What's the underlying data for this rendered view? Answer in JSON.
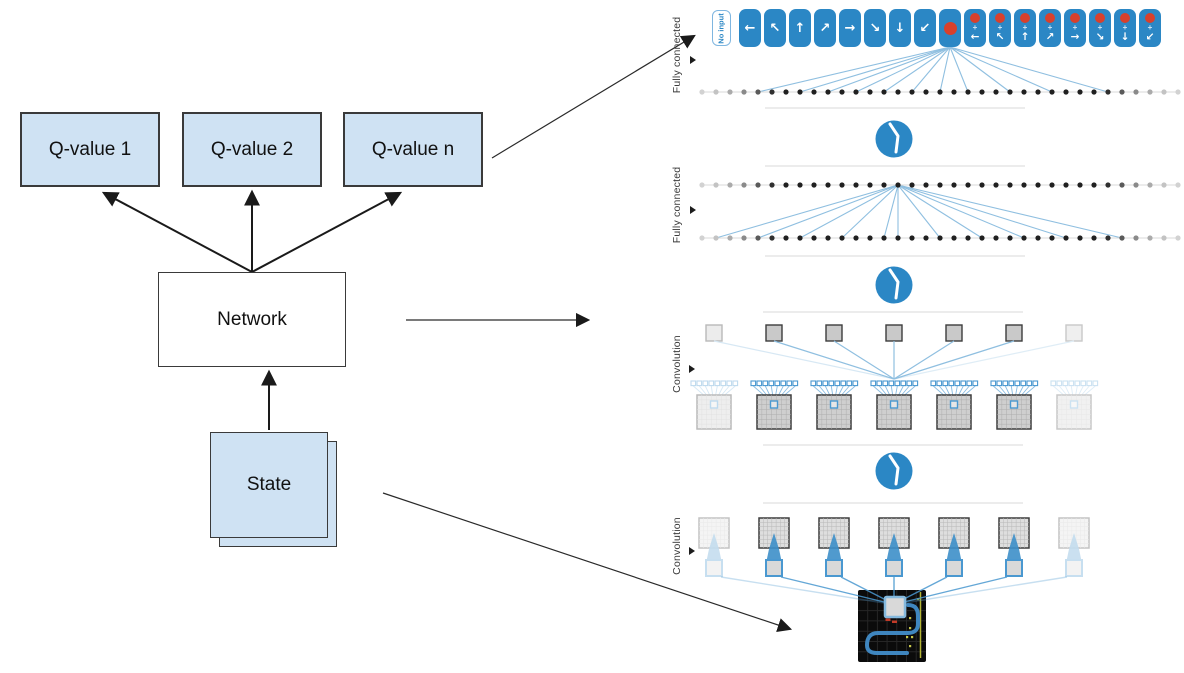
{
  "left_diagram": {
    "q_value_boxes": [
      {
        "label": "Q-value 1"
      },
      {
        "label": "Q-value 2"
      },
      {
        "label": "Q-value n"
      }
    ],
    "network_box": {
      "label": "Network"
    },
    "state_box": {
      "label": "State"
    }
  },
  "network_visualization": {
    "layer_labels": [
      {
        "label": "Fully connected"
      },
      {
        "label": "Fully connected"
      },
      {
        "label": "Convolution"
      },
      {
        "label": "Convolution"
      }
    ],
    "action_row": {
      "no_input_label": "No input",
      "plus_glyph": "+",
      "action_sequence": [
        {
          "kind": "no-input",
          "name": "no-input"
        },
        {
          "kind": "move",
          "name": "left",
          "glyph": "←"
        },
        {
          "kind": "move",
          "name": "up-left",
          "glyph": "↖"
        },
        {
          "kind": "move",
          "name": "up",
          "glyph": "↑"
        },
        {
          "kind": "move",
          "name": "up-right",
          "glyph": "↗"
        },
        {
          "kind": "move",
          "name": "right",
          "glyph": "→"
        },
        {
          "kind": "move",
          "name": "down-right",
          "glyph": "↘"
        },
        {
          "kind": "move",
          "name": "down",
          "glyph": "↓"
        },
        {
          "kind": "move",
          "name": "down-left",
          "glyph": "↙"
        },
        {
          "kind": "fire",
          "name": "fire"
        },
        {
          "kind": "fire-move",
          "name": "fire-left",
          "glyph": "←"
        },
        {
          "kind": "fire-move",
          "name": "fire-up-left",
          "glyph": "↖"
        },
        {
          "kind": "fire-move",
          "name": "fire-up",
          "glyph": "↑"
        },
        {
          "kind": "fire-move",
          "name": "fire-up-right",
          "glyph": "↗"
        },
        {
          "kind": "fire-move",
          "name": "fire-right",
          "glyph": "→"
        },
        {
          "kind": "fire-move",
          "name": "fire-down-right",
          "glyph": "↘"
        },
        {
          "kind": "fire-move",
          "name": "fire-down",
          "glyph": "↓"
        },
        {
          "kind": "fire-move",
          "name": "fire-down-left",
          "glyph": "↙"
        }
      ]
    },
    "layers_structure": {
      "fc_output_units": 35,
      "fc_hidden_units": 35,
      "conv2_feature_maps": 7,
      "conv1_feature_maps": 7,
      "conv_filter_taps": 8,
      "activation_icon": "clock-icon"
    }
  },
  "colors": {
    "action_blue": "#2b87c5",
    "fire_red": "#d8402c",
    "box_fill_blue": "#cfe2f3",
    "box_border": "#333333",
    "link_blue": "#8fbfe0",
    "conv_blue": "#4a98d0",
    "separator": "#e0e0e0",
    "label_text": "#3b3b3b",
    "screen_path": "#3f86bf",
    "screen_yellow": "#b5b535"
  }
}
